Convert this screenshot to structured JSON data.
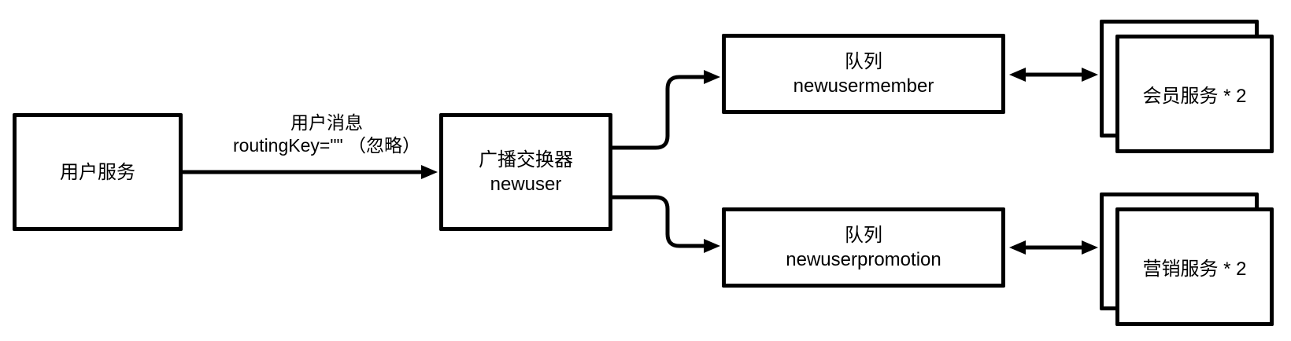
{
  "diagram": {
    "title_hint": "fanout-exchange-message-flow",
    "producer": {
      "label": "用户服务"
    },
    "message_arrow": {
      "line1": "用户消息",
      "line2": "routingKey=\"\" （忽略）"
    },
    "exchange": {
      "line1": "广播交换器",
      "line2": "newuser"
    },
    "queues": [
      {
        "line1": "队列",
        "line2": "newusermember"
      },
      {
        "line1": "队列",
        "line2": "newuserpromotion"
      }
    ],
    "consumers": [
      {
        "label": "会员服务 * 2"
      },
      {
        "label": "营销服务 * 2"
      }
    ],
    "colors": {
      "stroke": "#000000",
      "background": "#ffffff",
      "text": "#000000"
    }
  }
}
